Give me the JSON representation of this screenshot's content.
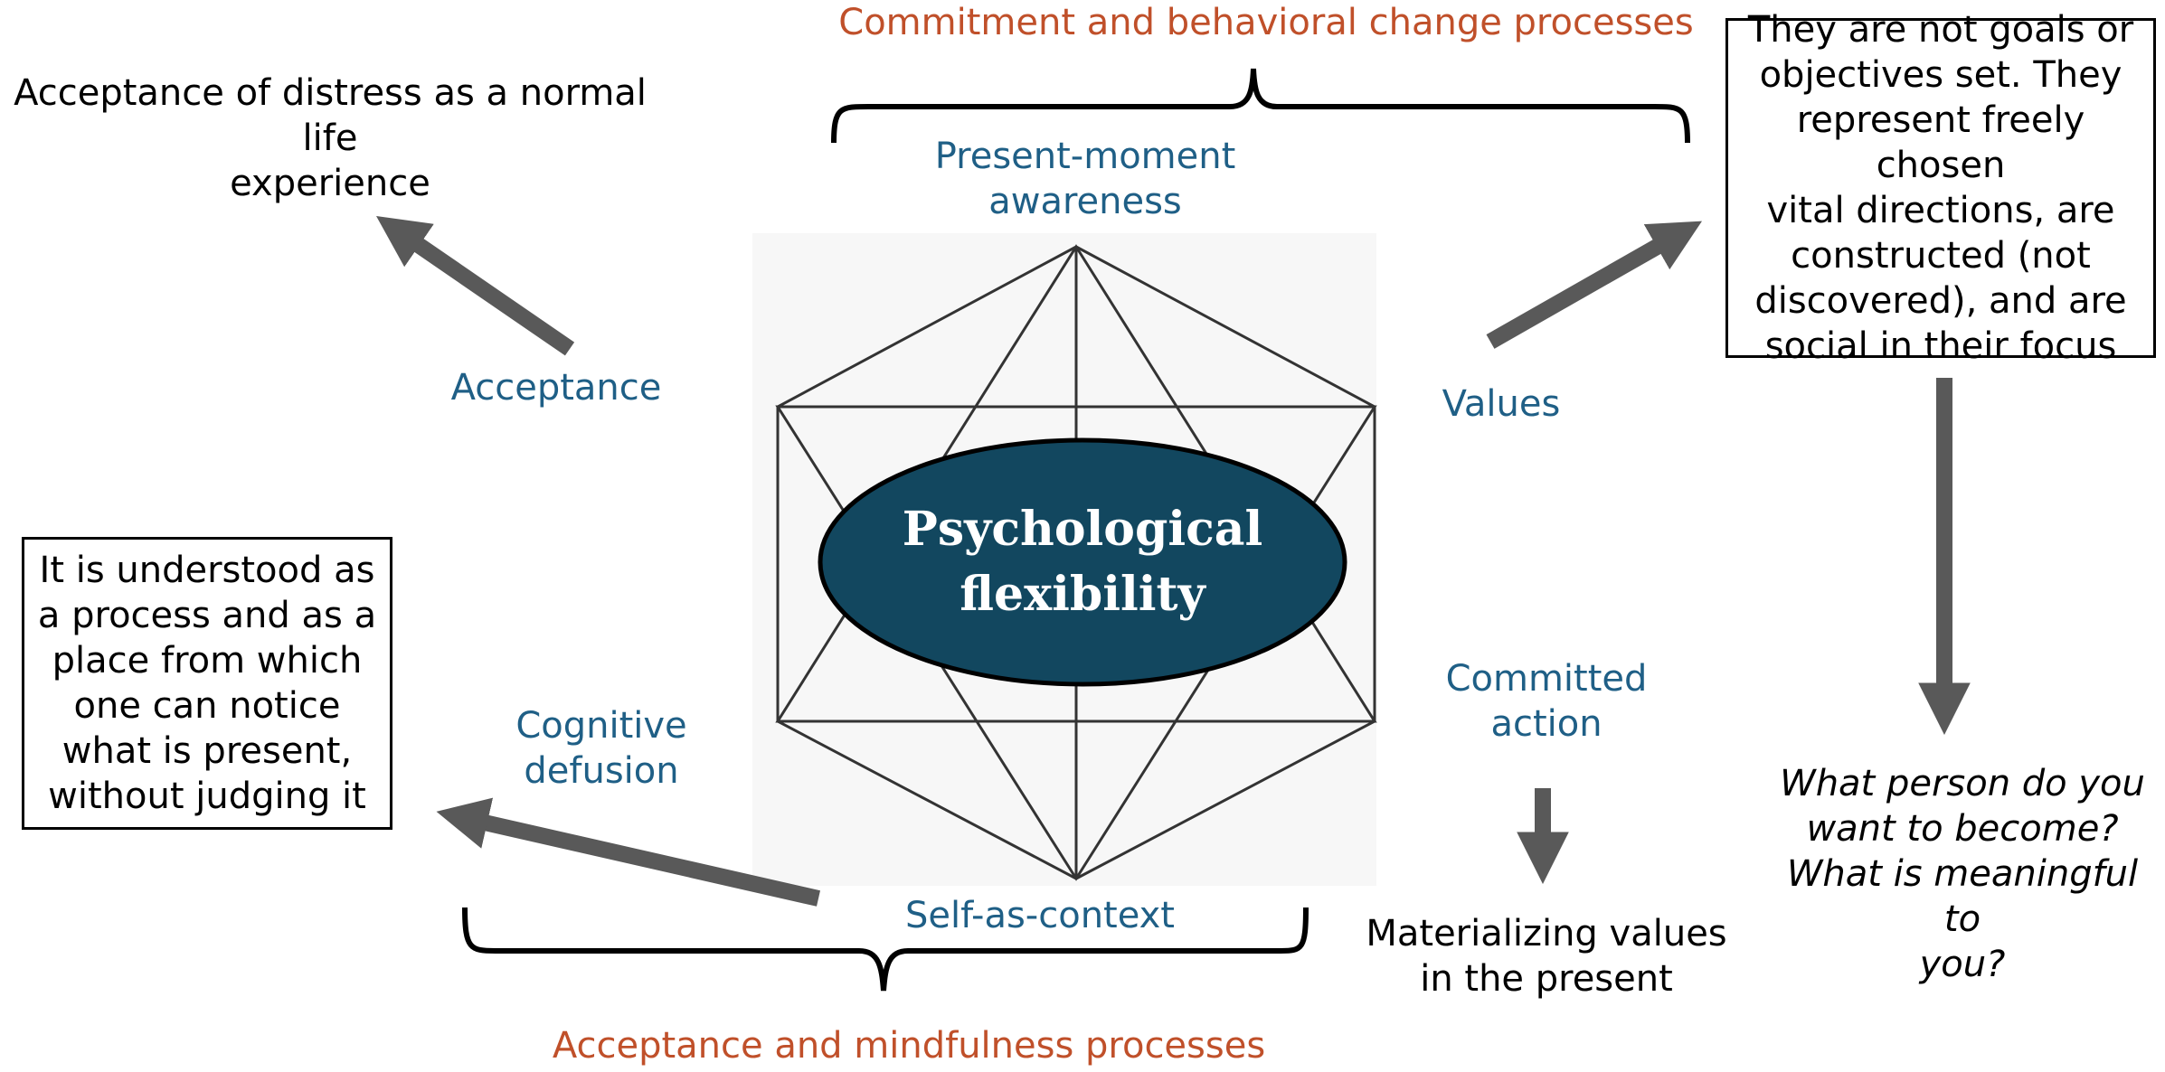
{
  "center": {
    "line1": "Psychological",
    "line2": "flexibility"
  },
  "group_labels": {
    "commitment": "Commitment and behavioral change processes",
    "acceptance_mindfulness": "Acceptance and mindfulness processes"
  },
  "processes": {
    "present_moment_1": "Present-moment",
    "present_moment_2": "awareness",
    "acceptance": "Acceptance",
    "values": "Values",
    "cognitive_defusion_1": "Cognitive",
    "cognitive_defusion_2": "defusion",
    "committed_action_1": "Committed",
    "committed_action_2": "action",
    "self_as_context": "Self-as-context"
  },
  "notes": {
    "acceptance_note": [
      "Acceptance of distress as a normal life",
      "experience"
    ],
    "defusion_box": [
      "It is understood as",
      "a process and as a",
      "place from which",
      "one can notice",
      "what is present,",
      "without judging it"
    ],
    "values_box": [
      "They are not goals or",
      "objectives set. They",
      "represent freely chosen",
      "vital directions, are",
      "constructed (not",
      "discovered), and are",
      "social in their focus"
    ],
    "values_questions": [
      "What person do you",
      "want to become?",
      "What is meaningful to",
      "you?"
    ],
    "committed_note": [
      "Materializing values",
      "in the present"
    ]
  },
  "colors": {
    "orange_text": "#c0502a",
    "blue_text": "#1f5f86",
    "ellipse_fill": "#12475f",
    "arrow_gray": "#595959"
  }
}
